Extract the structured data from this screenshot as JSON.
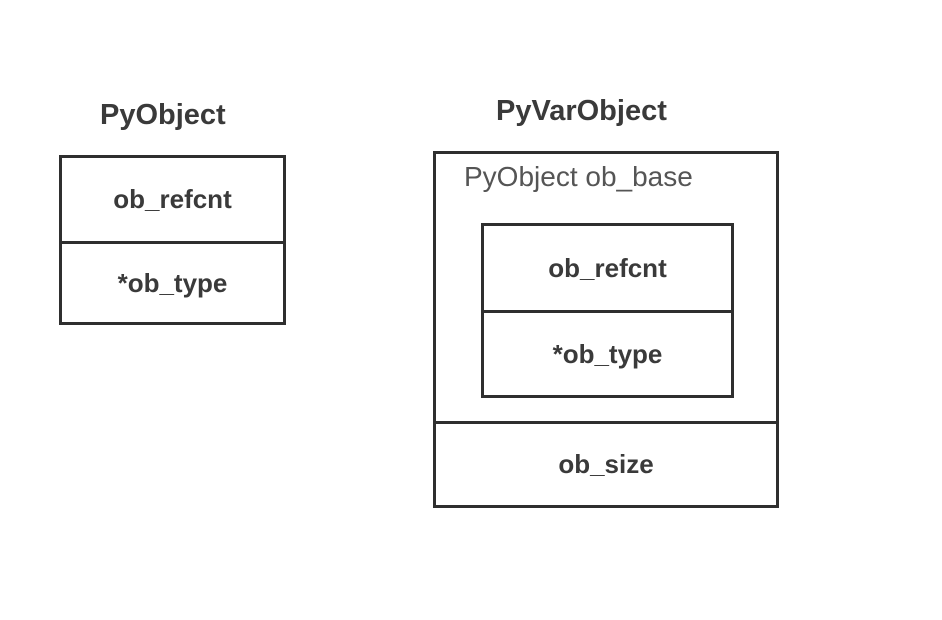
{
  "left": {
    "title": "PyObject",
    "fields": [
      "ob_refcnt",
      "*ob_type"
    ]
  },
  "right": {
    "title": "PyVarObject",
    "base_label": "PyObject ob_base",
    "base_fields": [
      "ob_refcnt",
      "*ob_type"
    ],
    "extra_field": "ob_size"
  }
}
